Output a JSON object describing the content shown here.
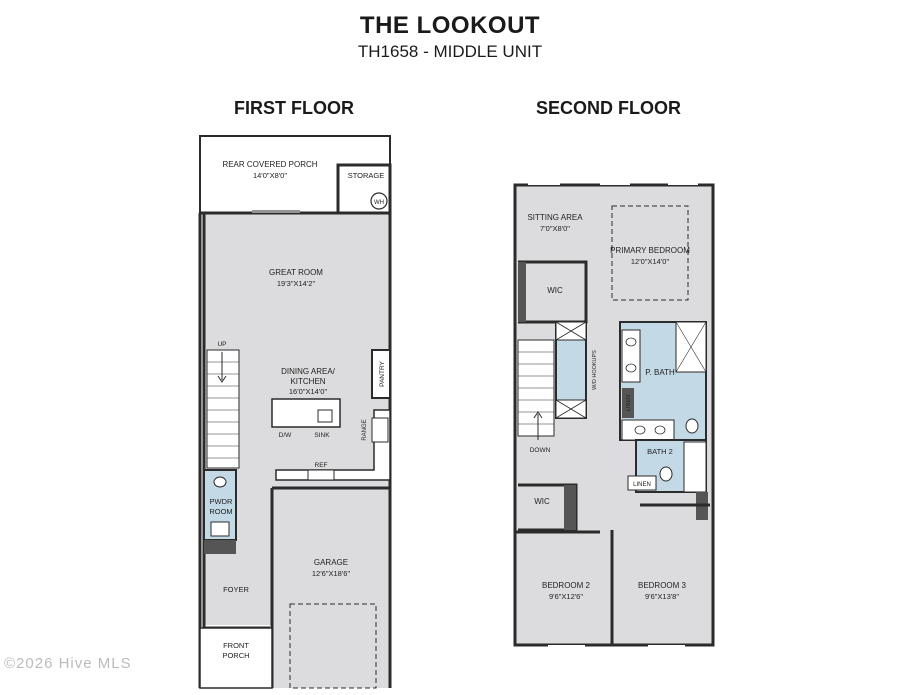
{
  "header": {
    "title": "THE LOOKOUT",
    "subtitle": "TH1658 - MIDDLE UNIT"
  },
  "floors": {
    "first": {
      "heading": "FIRST FLOOR"
    },
    "second": {
      "heading": "SECOND FLOOR"
    }
  },
  "rooms": {
    "rear_porch": {
      "name": "REAR COVERED PORCH",
      "dims": "14'0\"X8'0\""
    },
    "storage": {
      "name": "STORAGE"
    },
    "wh": {
      "name": "WH"
    },
    "great_room": {
      "name": "GREAT ROOM",
      "dims": "19'3\"X14'2\""
    },
    "dining": {
      "name_line1": "DINING AREA/",
      "name_line2": "KITCHEN",
      "dims": "16'0\"X14'0\""
    },
    "pantry": {
      "name": "PANTRY"
    },
    "up": {
      "name": "UP"
    },
    "dw": {
      "name": "D/W"
    },
    "sink": {
      "name": "SINK"
    },
    "range": {
      "name": "RANGE"
    },
    "ref": {
      "name": "REF"
    },
    "pwdr": {
      "name_line1": "PWDR",
      "name_line2": "ROOM"
    },
    "garage": {
      "name": "GARAGE",
      "dims": "12'6\"X18'6\""
    },
    "foyer": {
      "name": "FOYER"
    },
    "front_porch": {
      "name_line1": "FRONT",
      "name_line2": "PORCH"
    },
    "sitting": {
      "name": "SITTING AREA",
      "dims": "7'0\"X8'0\""
    },
    "primary": {
      "name": "PRIMARY BEDROOM",
      "dims": "12'0\"X14'0\""
    },
    "wic_upper": {
      "name": "WIC"
    },
    "wd": {
      "name": "W/D HOOKUPS"
    },
    "p_bath": {
      "name": "P. BATH"
    },
    "linen1": {
      "name": "LINEN"
    },
    "down": {
      "name": "DOWN"
    },
    "bath2": {
      "name": "BATH 2"
    },
    "linen2": {
      "name": "LINEN"
    },
    "wic_lower": {
      "name": "WIC"
    },
    "bedroom2": {
      "name": "BEDROOM 2",
      "dims": "9'6\"X12'6\""
    },
    "bedroom3": {
      "name": "BEDROOM 3",
      "dims": "9'6\"X13'8\""
    }
  },
  "watermark": "©2026 Hive MLS",
  "colors": {
    "wall": "#2b2b2b",
    "interior_fill": "#dcdcde",
    "bath_fill": "#c3d9e6",
    "dark_fill": "#555555",
    "background": "#ffffff"
  }
}
